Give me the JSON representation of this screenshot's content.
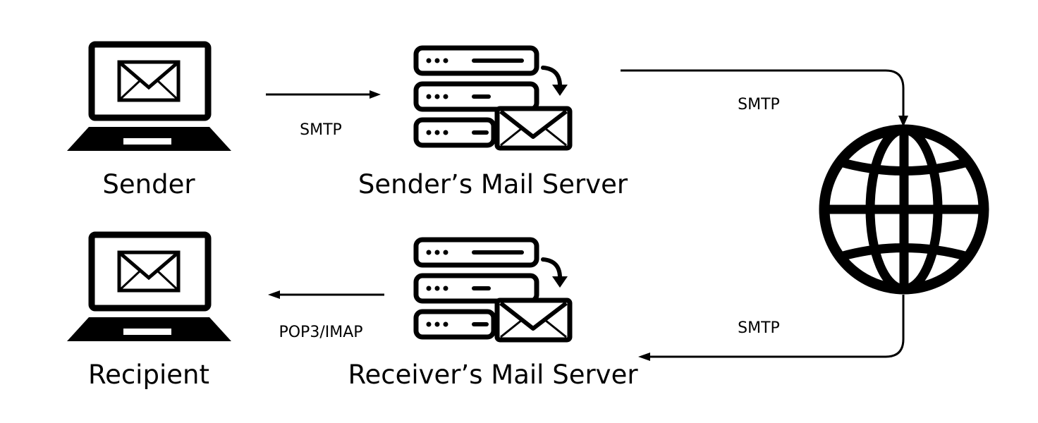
{
  "nodes": {
    "sender": {
      "label": "Sender",
      "icon": "laptop-mail-icon"
    },
    "sender_server": {
      "label": "Sender’s Mail Server",
      "icon": "mail-server-icon"
    },
    "internet": {
      "icon": "globe-icon"
    },
    "receiver_server": {
      "label": "Receiver’s Mail Server",
      "icon": "mail-server-icon"
    },
    "recipient": {
      "label": "Recipient",
      "icon": "laptop-mail-icon"
    }
  },
  "edges": {
    "sender_to_server": {
      "label": "SMTP"
    },
    "server_to_internet": {
      "label": "SMTP"
    },
    "internet_to_receiver": {
      "label": "SMTP"
    },
    "receiver_to_recipient": {
      "label": "POP3/IMAP"
    }
  },
  "colors": {
    "stroke": "#000000",
    "background": "#ffffff"
  }
}
